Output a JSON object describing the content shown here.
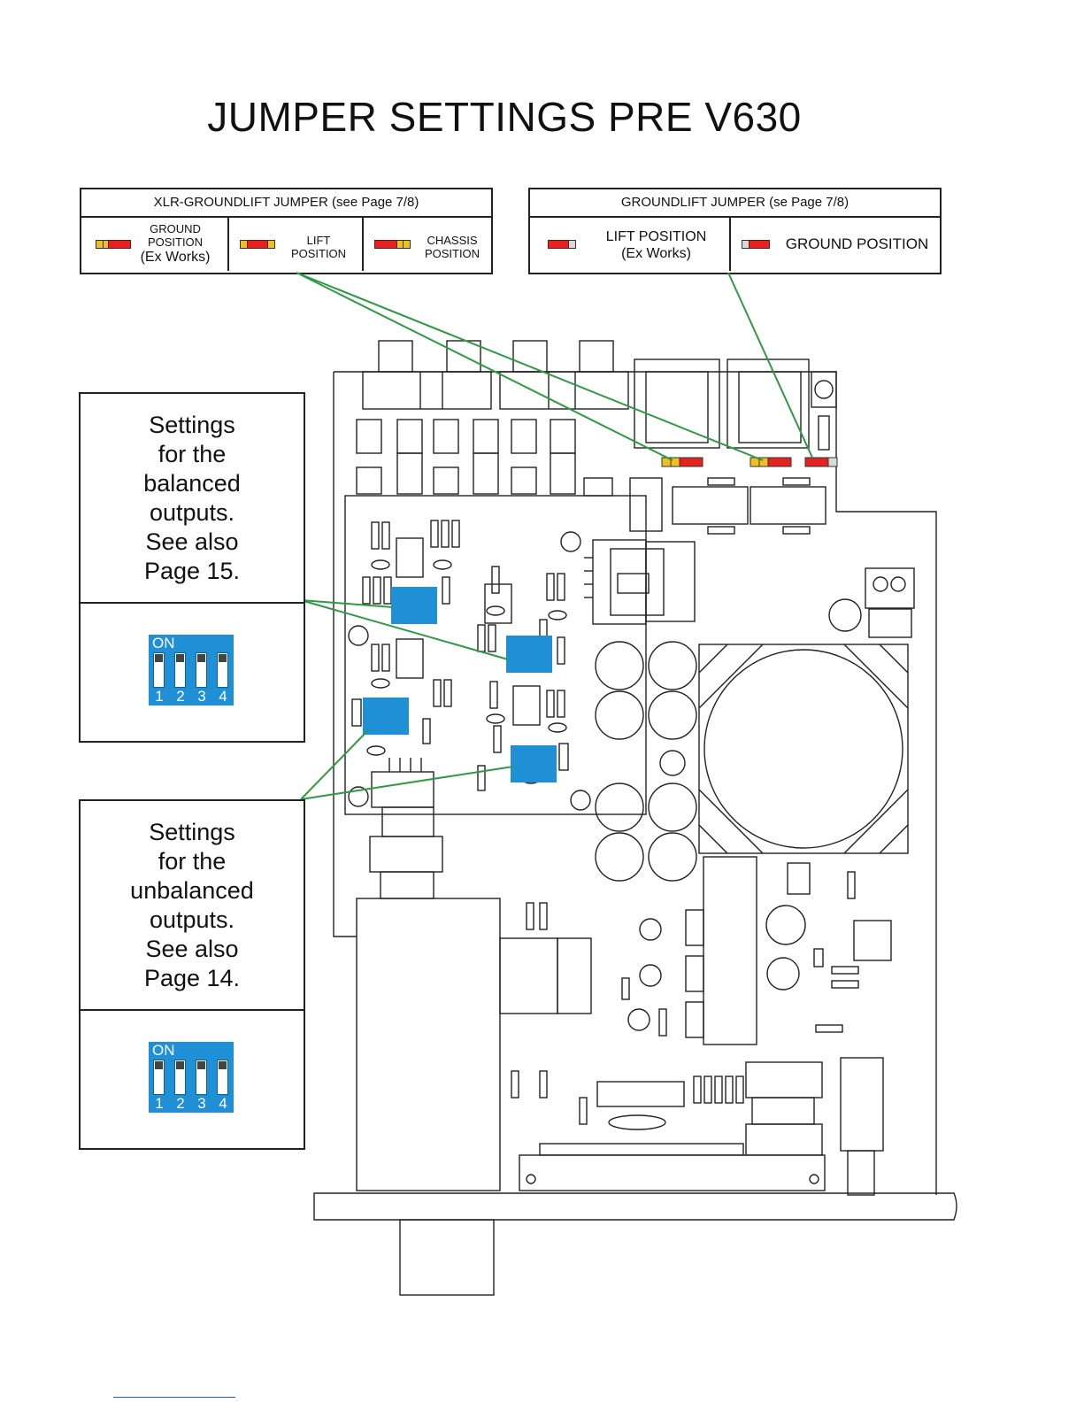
{
  "title": "JUMPER SETTINGS PRE V630",
  "xlr_table": {
    "header": "XLR-GROUNDLIFT JUMPER (see Page 7/8)",
    "cells": [
      {
        "line1": "GROUND",
        "line2": "POSITION",
        "line3": "(Ex Works)"
      },
      {
        "line1": "LIFT",
        "line2": "POSITION"
      },
      {
        "line1": "CHASSIS",
        "line2": "POSITION"
      }
    ]
  },
  "gl_table": {
    "header": "GROUNDLIFT JUMPER (se Page 7/8)",
    "cells": [
      {
        "line1": "LIFT POSITION",
        "line2": "(Ex Works)"
      },
      {
        "line1": "GROUND POSITION"
      }
    ]
  },
  "balanced": {
    "lines": [
      "Settings",
      "for the",
      "balanced",
      "outputs.",
      "See also",
      "Page 15."
    ],
    "switch_on_label": "ON",
    "switch_numbers": [
      "1",
      "2",
      "3",
      "4"
    ]
  },
  "unbalanced": {
    "lines": [
      "Settings",
      "for the",
      "unbalanced",
      "outputs.",
      "See also",
      "Page 14."
    ],
    "switch_on_label": "ON",
    "switch_numbers": [
      "1",
      "2",
      "3",
      "4"
    ]
  },
  "colors": {
    "dip_blue": "#1f8fd6",
    "jumper_red": "#e52222",
    "pin_yellow": "#f0c020",
    "leader_green": "#2e9a44"
  }
}
